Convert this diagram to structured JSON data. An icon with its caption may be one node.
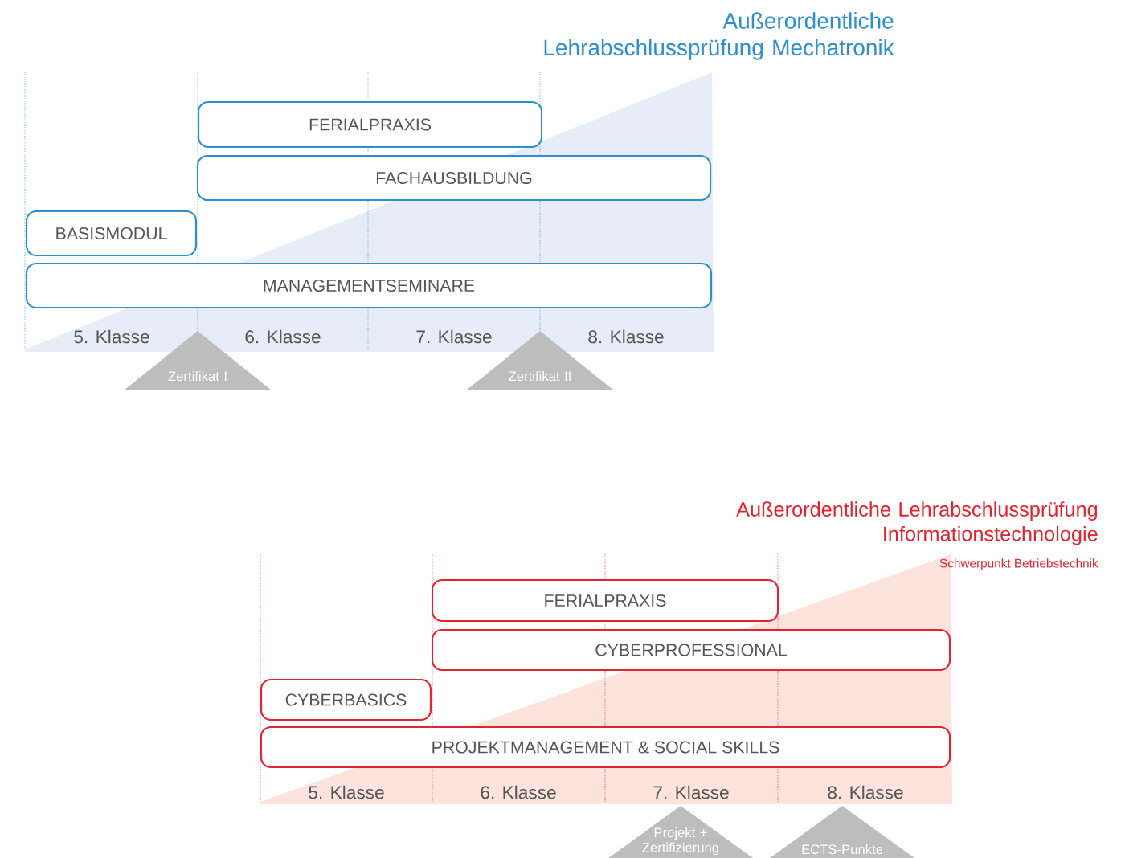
{
  "diagram": {
    "nodes": [
      {
        "text": [
          "FERIALPRAXIS"
        ]
      },
      {
        "text": [
          "FACHAUSBILDUNG"
        ]
      },
      {
        "text": [
          "BASISMODUL"
        ]
      },
      {
        "text": [
          "MANAGEMENTSEMINARE"
        ]
      },
      {
        "text": [
          "Zertifikat I"
        ]
      },
      {
        "text": [
          "Zertifikat II"
        ]
      },
      {
        "text": [
          "FERIALPRAXIS"
        ]
      },
      {
        "text": [
          "CYBERPROFESSIONAL"
        ]
      },
      {
        "text": [
          "CYBERBASICS"
        ]
      },
      {
        "text": [
          "PROJEKTMANAGEMENT & SOCIAL SKILLS"
        ]
      },
      {
        "text": [
          "Projekt + Zertifizierung"
        ]
      },
      {
        "text": [
          "ECTS-Punkte"
        ]
      }
    ],
    "labels": [
      "Außerordentliche Lehrabschlussprüfung Mechatronik",
      "5. Klasse",
      "6. Klasse",
      "7. Klasse",
      "8. Klasse",
      "Außerordentliche Lehrabschlussprüfung Informationstechnologie",
      "Schwerpunkt Betriebstechnik",
      "5. Klasse",
      "6. Klasse",
      "7. Klasse",
      "8. Klasse"
    ]
  }
}
